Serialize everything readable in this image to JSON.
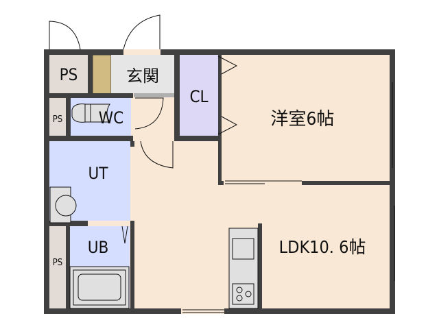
{
  "rooms": {
    "ps_top": "PS",
    "entrance": "玄関",
    "closet": "CL",
    "western_room": "洋室6帖",
    "ps_mid": "PS",
    "wc": "WC",
    "utility": "UT",
    "bath": "UB",
    "ps_bottom": "PS",
    "ldk": "LDK10. 6帖"
  },
  "colors": {
    "wall": "#404040",
    "living": "#f9e8d5",
    "wet": "#d6deff",
    "closet": "#dcd8f5",
    "ps": "#e2dbd6",
    "entrance": "#e6e6e6",
    "shoebox": "#d2bb82"
  }
}
